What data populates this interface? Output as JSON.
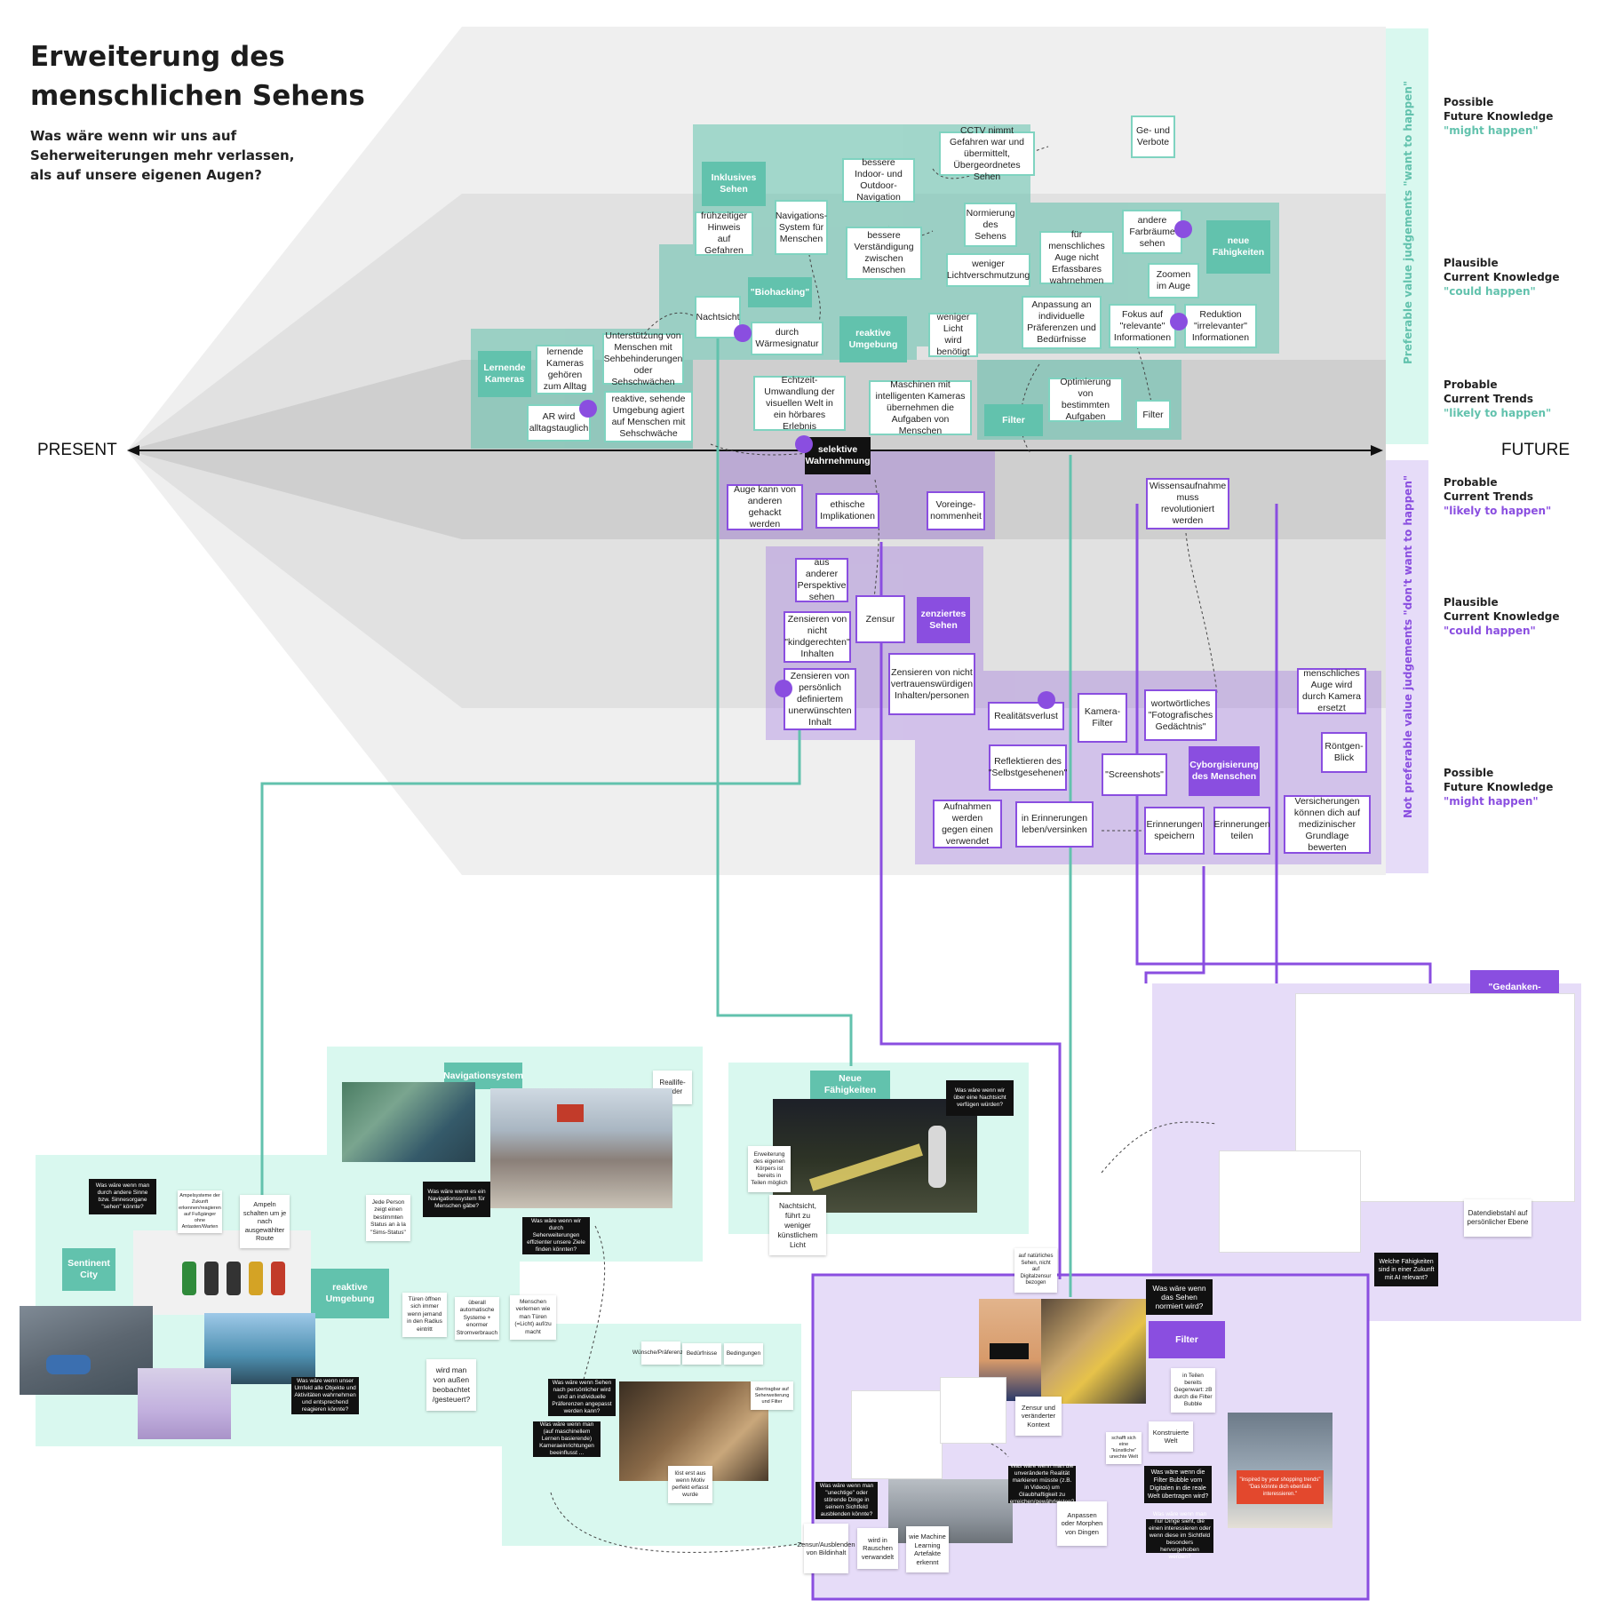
{
  "title": "Erweiterung des menschlichen Sehens",
  "subtitle": "Was wäre wenn wir uns auf Seherweiterungen mehr verlassen, als auf unsere eigenen Augen?",
  "axis": {
    "present": "PRESENT",
    "future": "FUTURE"
  },
  "side_labels": {
    "top": "Preferable value judgements \"want to happen\"",
    "bottom": "Not preferable value judgements \"don't want to happen\""
  },
  "scale_top": [
    {
      "l1": "Possible",
      "l2": "Future Knowledge",
      "q": "\"might happen\""
    },
    {
      "l1": "Plausible",
      "l2": "Current Knowledge",
      "q": "\"could happen\""
    },
    {
      "l1": "Probable",
      "l2": "Current Trends",
      "q": "\"likely to happen\""
    }
  ],
  "scale_bottom": [
    {
      "l1": "Probable",
      "l2": "Current Trends",
      "q": "\"likely to happen\""
    },
    {
      "l1": "Plausible",
      "l2": "Current Knowledge",
      "q": "\"could happen\""
    },
    {
      "l1": "Possible",
      "l2": "Future Knowledge",
      "q": "\"might happen\""
    }
  ],
  "colors": {
    "teal": "#62c2ad",
    "teal_light": "#d9f8ef",
    "purple": "#8a4ee0",
    "purple_light": "#e6dcf8",
    "zone_grey": "#e0e0e0"
  },
  "tags": {
    "inklusives": "Inklusives Sehen",
    "biohacking": "\"Biohacking\"",
    "reaktive": "reaktive Umgebung",
    "lernende": "Lernende Kameras",
    "filter": "Filter",
    "neue": "neue Fähigkeiten",
    "zensiertes": "zenziertes Sehen",
    "cyborg": "Cyborgisierung des Menschen",
    "selektive": "selektive Wahrnehmung"
  },
  "cards_top": {
    "cctv": "CCTV nimmt Gefahren war und übermittelt, Übergeordnetes Sehen",
    "geund": "Ge- und Verbote",
    "indoor": "bessere Indoor- und Outdoor-Navigation",
    "fruehzeitig": "frühzeitiger Hinweis auf Gefahren",
    "navsys": "Navigations-System für Menschen",
    "verstaendigung": "bessere Verständigung zwischen Menschen",
    "normierung": "Normierung des Sehens",
    "wenigerlicht": "weniger Lichtverschmutzung",
    "fuermensch": "für menschliches Auge nicht Erfassbares wahrnehmen",
    "farbraeume": "andere Farbräume sehen",
    "zoomen": "Zoomen im Auge",
    "nachtsicht": "Nachtsicht",
    "waerme": "durch Wärmesignatur",
    "lichtbenoetigt": "weniger Licht wird benötigt",
    "anpassung": "Anpassung an individuelle Präferenzen und Bedürfnisse",
    "fokus": "Fokus auf \"relevante\" Informationen",
    "reduktion": "Reduktion \"irrelevanter\" Informationen",
    "lernendecams": "lernende Kameras gehören zum Alltag",
    "unterstuetzung": "Unterstützung von Menschen mit Sehbehinderungen oder Sehschwächen",
    "reaktivsehend": "reaktive, sehende Umgebung agiert auf Menschen mit Sehschwäche",
    "ar": "AR wird alltagstauglich",
    "echtzeit": "Echtzeit-Umwandlung der visuellen Welt in ein hörbares Erlebnis",
    "maschinen": "Maschinen mit intelligenten Kameras übernehmen die Aufgaben von Menschen",
    "optimierung": "Optimierung von bestimmten Aufgaben",
    "filtercard": "Filter"
  },
  "cards_bottom": {
    "gehackt": "Auge kann von anderen gehackt werden",
    "ethische": "ethische Implikationen",
    "voreinge": "Voreinge-nommenheit",
    "wissen": "Wissensaufnahme muss revolutioniert werden",
    "perspektive": "aus anderer Perspektive sehen",
    "zensur": "Zensur",
    "kindgerecht": "Zensieren von nicht \"kindgerechten\" Inhalten",
    "persoenlich": "Zensieren von persönlich definiertem unerwünschten Inhalt",
    "vertrauen": "Zensieren von nicht vertrauenswürdigen Inhalten/personen",
    "menschauge": "menschliches Auge wird durch Kamera ersetzt",
    "realitaet": "Realitätsverlust",
    "kamerafilter": "Kamera-Filter",
    "fotografisch": "wortwörtliches \"Fotografisches Gedächtnis\"",
    "roentgen": "Röntgen-Blick",
    "reflektieren": "Reflektieren des \"Selbstgesehenen\"",
    "screenshots": "\"Screenshots\"",
    "aufnahmen": "Aufnahmen werden gegen einen verwendet",
    "erinnerungenleben": "in Erinnerungen leben/versinken",
    "speichern": "Erinnerungen speichern",
    "teilen": "Erinnerungen teilen",
    "versicherungen": "Versicherungen können dich auf medizinischer Grundlage bewerten"
  },
  "board": {
    "navigationssystem": "Navigationsystem",
    "realife": "Reallife-Tinder",
    "sentinent": "Sentinent City",
    "reaktive": "reaktive Umgebung",
    "neue": "Neue Fähigkeiten",
    "filter": "Filter",
    "gedanken": "\"Gedanken-übertragung\"",
    "q_sinne": "Was wäre wenn man durch andere Sinne bzw. Sinnesorgane \"sehen\" könnte?",
    "q_navsys": "Was wäre wenn es ein Navigationssystem für Menschen gäbe?",
    "q_ziele": "Was wäre wenn wir durch Seherweiterungen effizienter unsere Ziele finden könnten?",
    "q_nachtsicht": "Was wäre wenn wir über eine Nachtsicht verfügen würden?",
    "q_umfeld": "Was wäre wenn unser Umfeld alle Objekte und Aktivitäten wahrnehmen und entsprechend reagieren könnte?",
    "q_persoenlich": "Was wäre wenn Sehen nach persönlicher wird und an individuelle Präferenzen angepasst werden kann?",
    "q_maschinen": "Was wäre wenn man (auf maschinellem Lernen basierende) Kameraeinrichtungen beeinflusst ...",
    "q_normiert": "Was wäre wenn das Sehen normiert wird?",
    "q_ki": "Welche Fähigkeiten sind in einer Zukunft mit AI relevant?",
    "q_unecht": "Was wäre wenn man \"unechtige\" oder störende Dinge in seinem Sichtfeld ausblenden könnte?",
    "q_realitaet": "Was wäre wenn man die unveränderte Realität markieren müsste (z.B. in Videos) um Glaubhaftigkeit zu erreichen/gewährleisten?",
    "q_bubble": "Was wäre wenn die Filter Bubble vom Digitalen in die reale Welt übertragen wird?",
    "q_interesse": "Was wäre wenn man nur Dinge sieht, die einen interessieren oder wenn diese im Sichtfeld besonders hervorgehoben werden?",
    "n_ampeln": "Ampeln schalten um je nach ausgewählter Route",
    "n_ampelsysteme": "Ampelsysteme der Zukunft erkennen/reagieren auf Fußgänger ohne Antasten/Warten",
    "n_jede": "Jede Person zeigt einen bestimmten Status an à la \"Sims-Status\"",
    "n_tueren": "Türen öffnen sich immer wenn jemand in den Radius eintritt",
    "n_ueberall": "überall automatische Systeme + enormer Stromverbrauch",
    "n_verlernen": "Menschen verlernen wie man Türen (=Licht) auf/zu macht",
    "n_gesteuert": "wird man von außen beobachtet /gesteuert?",
    "n_erweiterung": "Erweiterung des eigenen Körpers ist bereits in Teilen möglich",
    "n_nachtsicht": "Nachtsicht, führt zu weniger künstlichem Licht",
    "n_wuensche": "Wünsche/Präferenzen",
    "n_beduerf": "Bedürfnisse",
    "n_beding": "Bedingungen",
    "n_ueber": "übertragbar auf Seherweiterung und Filter",
    "n_loest": "löst erst aus wenn Motiv perfekt erfasst wurde",
    "n_natuerlich": "auf natürliches Sehen, nicht auf Digitalzensur bezogen",
    "n_teilen": "in Teilen bereits Gegenwart: zB durch die Filter Bubble",
    "n_zensurkontext": "Zensur und veränderter Kontext",
    "n_konstruiert": "Konstruierte Welt",
    "n_anpassen": "Anpassen oder Morphen von Dingen",
    "n_zensuraus": "Zensur/Ausblenden von Bildinhalt",
    "n_rauschen": "wird in Rauschen verwandelt",
    "n_learning": "wie Machine Learning Artefakte erkennt",
    "n_daten": "Datendiebstahl auf persönlicher Ebene",
    "n_kuenstlich": "schafft sich eine \"künstliche\" unechte Welt",
    "ad_line1": "\"inspired by your shopping trends\"",
    "ad_line2": "\"Das könnte dich ebenfalls interessieren.\""
  }
}
